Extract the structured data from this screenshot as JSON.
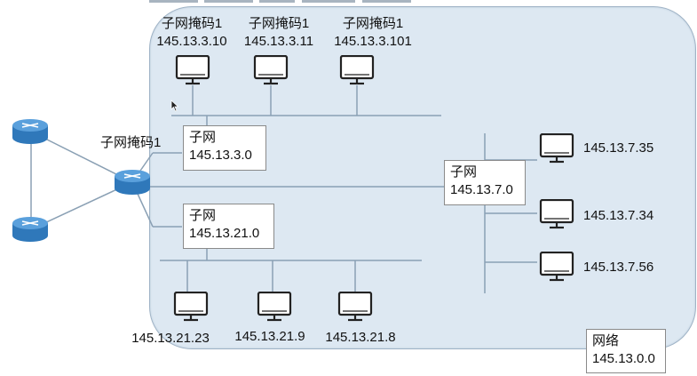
{
  "top_hosts": [
    {
      "mask": "子网掩码1",
      "ip": "145.13.3.10"
    },
    {
      "mask": "子网掩码1",
      "ip": "145.13.3.11"
    },
    {
      "mask": "子网掩码1",
      "ip": "145.13.3.101"
    }
  ],
  "router_mask": "子网掩码1",
  "subnets": [
    {
      "title": "子网",
      "address": "145.13.3.0"
    },
    {
      "title": "子网",
      "address": "145.13.21.0"
    },
    {
      "title": "子网",
      "address": "145.13.7.0"
    }
  ],
  "right_hosts": [
    "145.13.7.35",
    "145.13.7.34",
    "145.13.7.56"
  ],
  "bottom_hosts": [
    "145.13.21.23",
    "145.13.21.9",
    "145.13.21.8"
  ],
  "network": {
    "title": "网络",
    "address": "145.13.0.0"
  },
  "colors": {
    "area_fill": "#dde8f2",
    "router": "#3b84c6",
    "line": "#8aa0b4"
  }
}
